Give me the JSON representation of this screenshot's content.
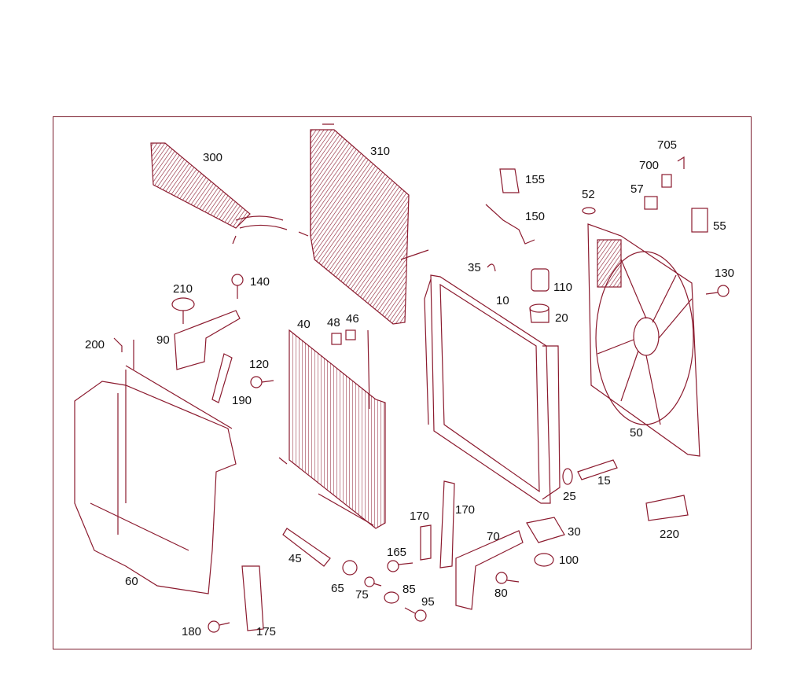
{
  "colors": {
    "frame": "#7a1c2c",
    "line": "#8b1a2e",
    "text": "#111111"
  },
  "callouts": {
    "c300": "300",
    "c310": "310",
    "c155": "155",
    "c705": "705",
    "c700": "700",
    "c52": "52",
    "c57": "57",
    "c150": "150",
    "c55": "55",
    "c35": "35",
    "c110": "110",
    "c10": "10",
    "c130": "130",
    "c210": "210",
    "c140": "140",
    "c20": "20",
    "c40": "40",
    "c48": "48",
    "c46": "46",
    "c90": "90",
    "c200": "200",
    "c120": "120",
    "c190": "190",
    "c50": "50",
    "c15": "15",
    "c25": "25",
    "c170a": "170",
    "c170b": "170",
    "c70": "70",
    "c30": "30",
    "c220": "220",
    "c45": "45",
    "c165": "165",
    "c100": "100",
    "c60": "60",
    "c65": "65",
    "c75": "75",
    "c85": "85",
    "c80": "80",
    "c95": "95",
    "c180": "180",
    "c175": "175"
  }
}
